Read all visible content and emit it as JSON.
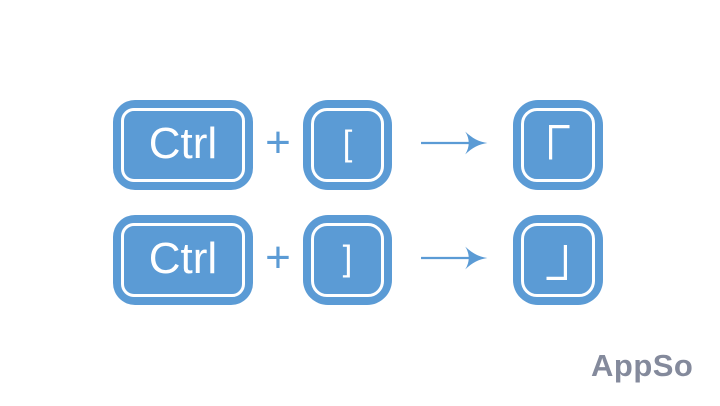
{
  "theme": {
    "key_color": "#5B9BD5",
    "key_outline": "#FFFFFF",
    "logo_color": "#848A9C",
    "background": "#FFFFFF"
  },
  "rows": [
    {
      "modifier_key": "Ctrl",
      "plus": "+",
      "second_key": "[",
      "result_char": "「",
      "result_icon": "left-corner-bracket-icon"
    },
    {
      "modifier_key": "Ctrl",
      "plus": "+",
      "second_key": "]",
      "result_char": "」",
      "result_icon": "right-corner-bracket-icon"
    }
  ],
  "logo": {
    "text": "AppSo"
  }
}
